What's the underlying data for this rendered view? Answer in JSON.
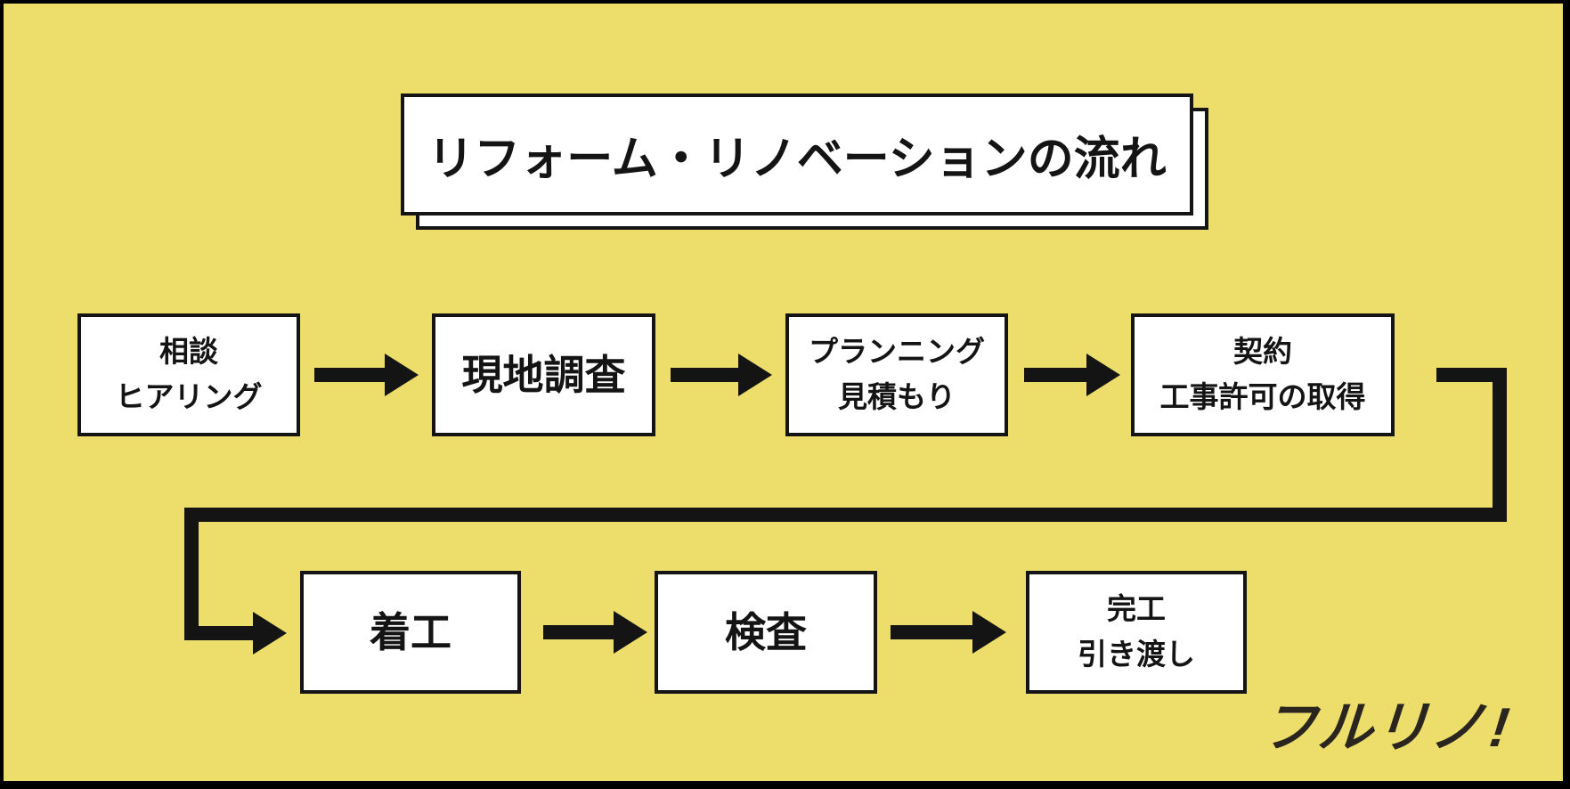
{
  "page": {
    "background_color": "#EDDE6B",
    "frame_color": "#000000",
    "box_fill": "#FFFFFF",
    "line_color": "#141414"
  },
  "title": {
    "text": "リフォーム・リノベーションの流れ"
  },
  "flow": {
    "row1": [
      {
        "name": "consultation-hearing",
        "lines": [
          "相談",
          "ヒアリング"
        ]
      },
      {
        "name": "site-survey",
        "lines": [
          "現地調査"
        ]
      },
      {
        "name": "planning-estimate",
        "lines": [
          "プランニング",
          "見積もり"
        ]
      },
      {
        "name": "contract-permit",
        "lines": [
          "契約",
          "工事許可の取得"
        ]
      }
    ],
    "row2": [
      {
        "name": "construction-start",
        "lines": [
          "着工"
        ]
      },
      {
        "name": "inspection",
        "lines": [
          "検査"
        ]
      },
      {
        "name": "completion-handover",
        "lines": [
          "完工",
          "引き渡し"
        ]
      }
    ]
  },
  "logo": {
    "text": "フルリノ!"
  }
}
